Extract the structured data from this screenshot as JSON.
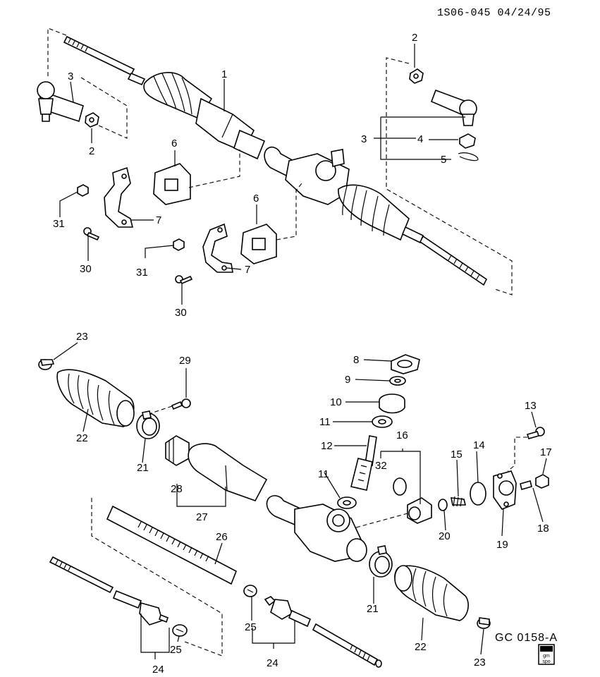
{
  "header": {
    "doc_id": "1S06-045 04/24/95"
  },
  "figure_code": "GC 0158-A",
  "logo": {
    "text_top": "gm",
    "text_bottom": "spo"
  },
  "upper_assembly": {
    "callouts": [
      {
        "id": "u-1",
        "label": "1"
      },
      {
        "id": "u-2a",
        "label": "2"
      },
      {
        "id": "u-2b",
        "label": "2"
      },
      {
        "id": "u-3a",
        "label": "3"
      },
      {
        "id": "u-3b",
        "label": "3"
      },
      {
        "id": "u-4",
        "label": "4"
      },
      {
        "id": "u-5",
        "label": "5"
      },
      {
        "id": "u-6a",
        "label": "6"
      },
      {
        "id": "u-6b",
        "label": "6"
      },
      {
        "id": "u-7a",
        "label": "7"
      },
      {
        "id": "u-7b",
        "label": "7"
      },
      {
        "id": "u-31a",
        "label": "31"
      },
      {
        "id": "u-31b",
        "label": "31"
      },
      {
        "id": "u-30a",
        "label": "30"
      },
      {
        "id": "u-30b",
        "label": "30"
      }
    ]
  },
  "lower_assembly": {
    "callouts": [
      {
        "id": "l-23a",
        "label": "23"
      },
      {
        "id": "l-22a",
        "label": "22"
      },
      {
        "id": "l-29",
        "label": "29"
      },
      {
        "id": "l-21a",
        "label": "21"
      },
      {
        "id": "l-28",
        "label": "28"
      },
      {
        "id": "l-27",
        "label": "27"
      },
      {
        "id": "l-26",
        "label": "26"
      },
      {
        "id": "l-8",
        "label": "8"
      },
      {
        "id": "l-9",
        "label": "9"
      },
      {
        "id": "l-10",
        "label": "10"
      },
      {
        "id": "l-11a",
        "label": "11"
      },
      {
        "id": "l-12",
        "label": "12"
      },
      {
        "id": "l-11b",
        "label": "11"
      },
      {
        "id": "l-16",
        "label": "16"
      },
      {
        "id": "l-32",
        "label": "32"
      },
      {
        "id": "l-15",
        "label": "15"
      },
      {
        "id": "l-14",
        "label": "14"
      },
      {
        "id": "l-13",
        "label": "13"
      },
      {
        "id": "l-17",
        "label": "17"
      },
      {
        "id": "l-20",
        "label": "20"
      },
      {
        "id": "l-19",
        "label": "19"
      },
      {
        "id": "l-18",
        "label": "18"
      },
      {
        "id": "l-21b",
        "label": "21"
      },
      {
        "id": "l-22b",
        "label": "22"
      },
      {
        "id": "l-23b",
        "label": "23"
      },
      {
        "id": "l-25a",
        "label": "25"
      },
      {
        "id": "l-25b",
        "label": "25"
      },
      {
        "id": "l-24a",
        "label": "24"
      },
      {
        "id": "l-24b",
        "label": "24"
      }
    ]
  }
}
